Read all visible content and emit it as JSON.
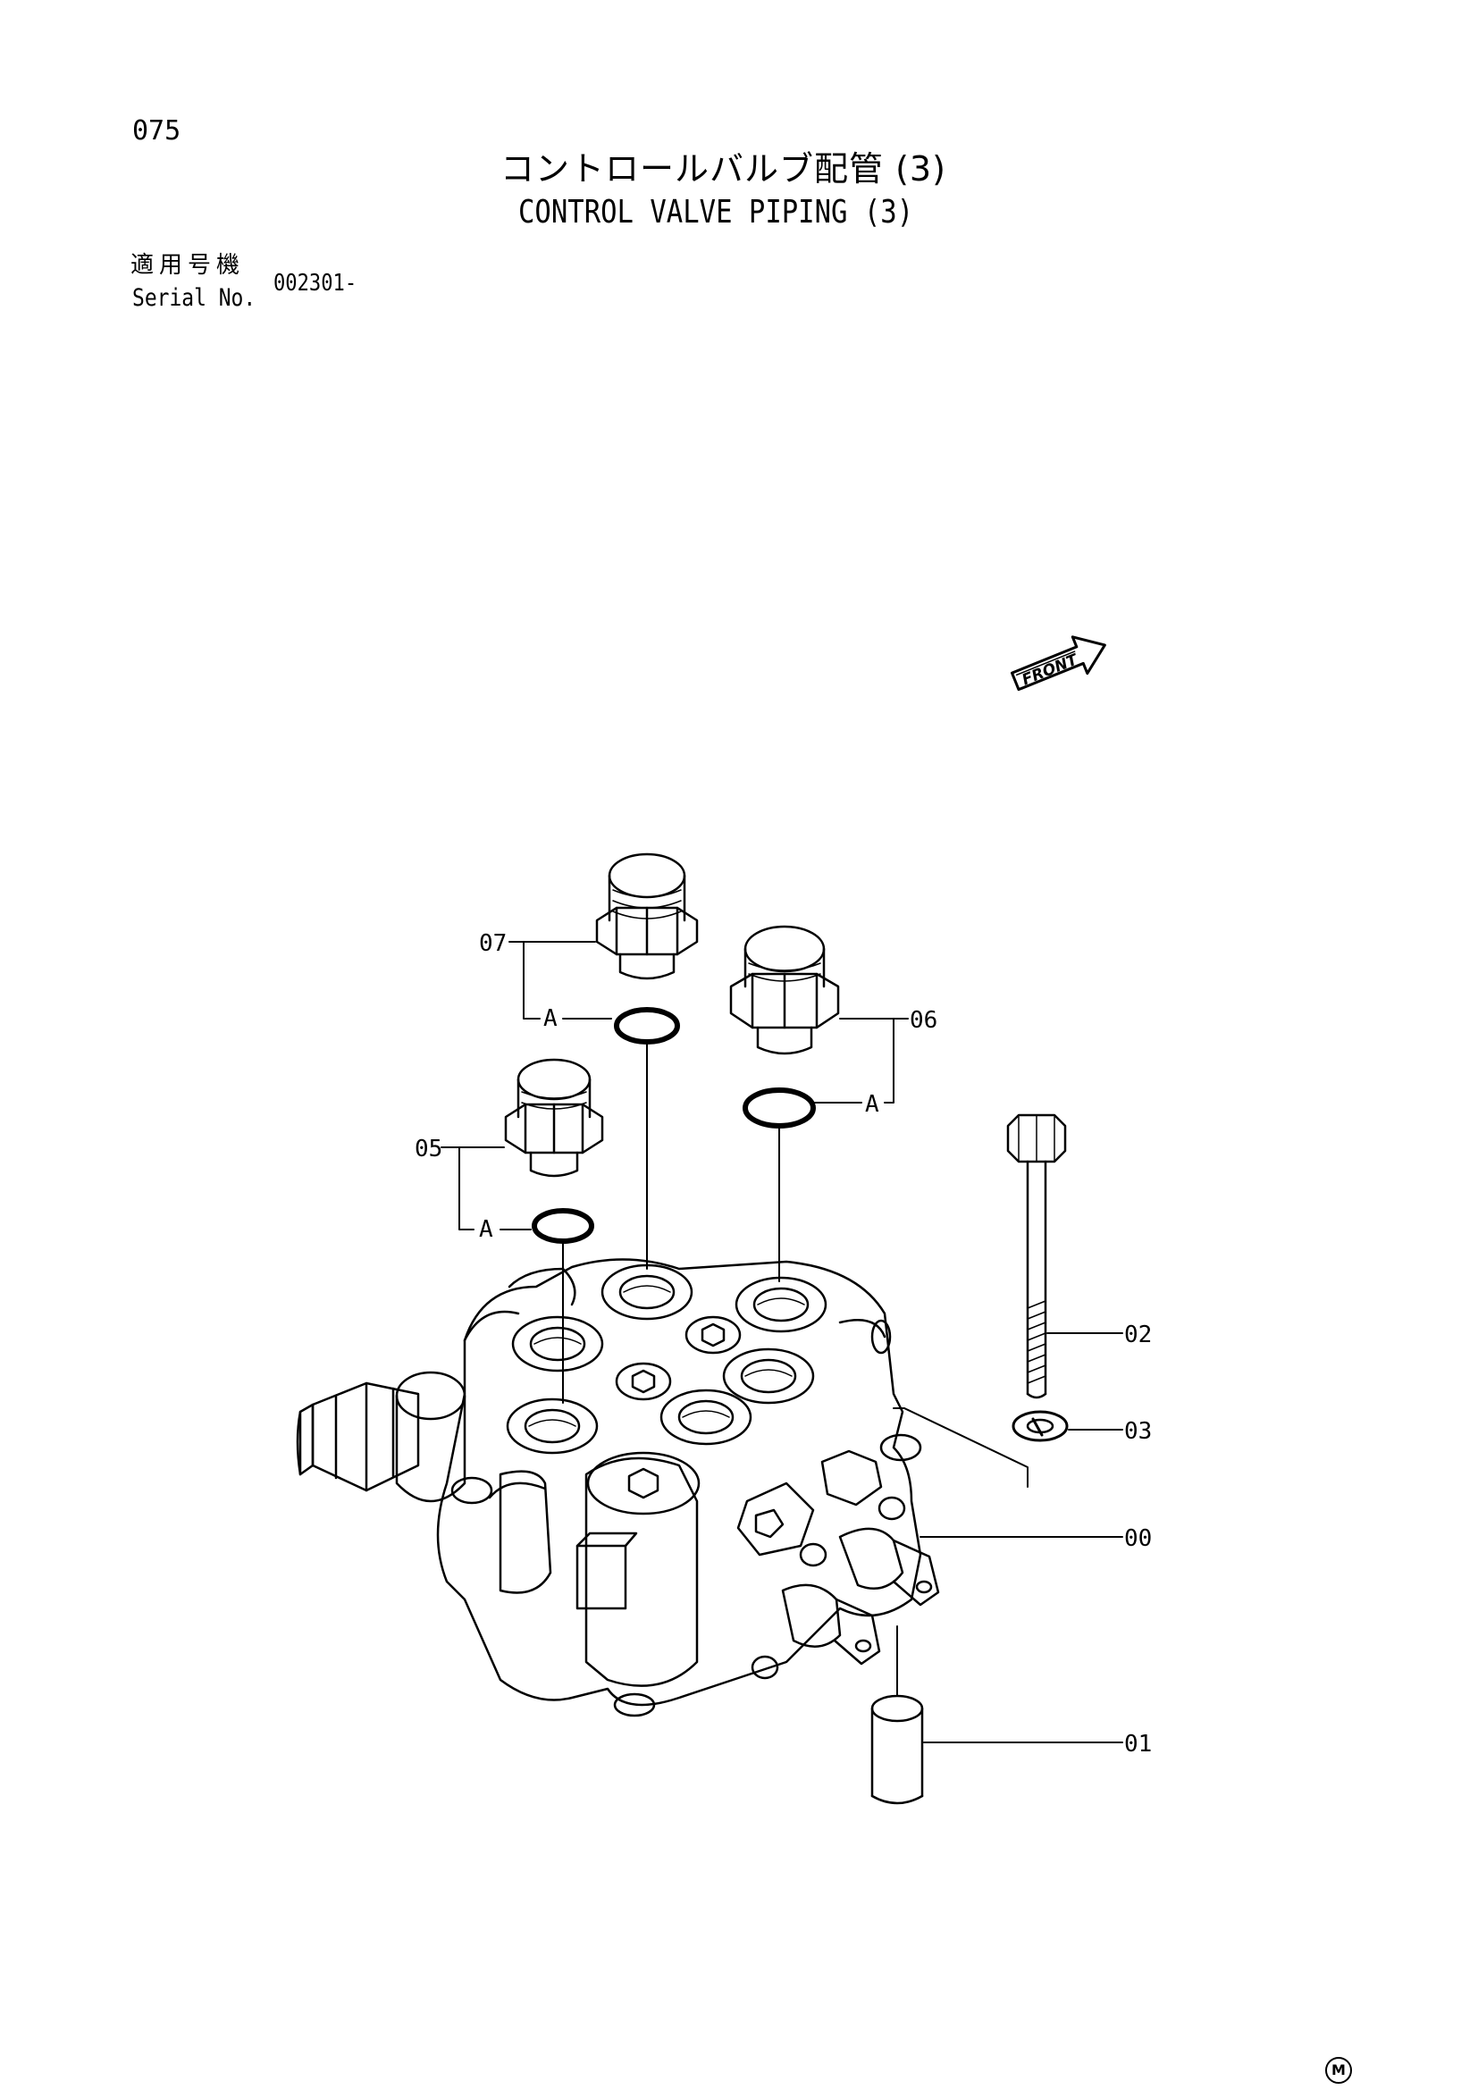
{
  "page": {
    "number": "075"
  },
  "title": {
    "japanese": "コントロールバルブ配管 (3)",
    "english": "CONTROL VALVE PIPING (3)"
  },
  "serial": {
    "label_japanese": "適用号機",
    "label_english": "Serial No.",
    "value": "002301-"
  },
  "front_arrow": {
    "label": "FRONT",
    "icon": "front-direction-arrow-icon"
  },
  "callouts": {
    "p00": "00",
    "p01": "01",
    "p02": "02",
    "p03": "03",
    "p05": "05",
    "p06": "06",
    "p07": "07",
    "group_a": "A"
  },
  "footer_mark": "M"
}
